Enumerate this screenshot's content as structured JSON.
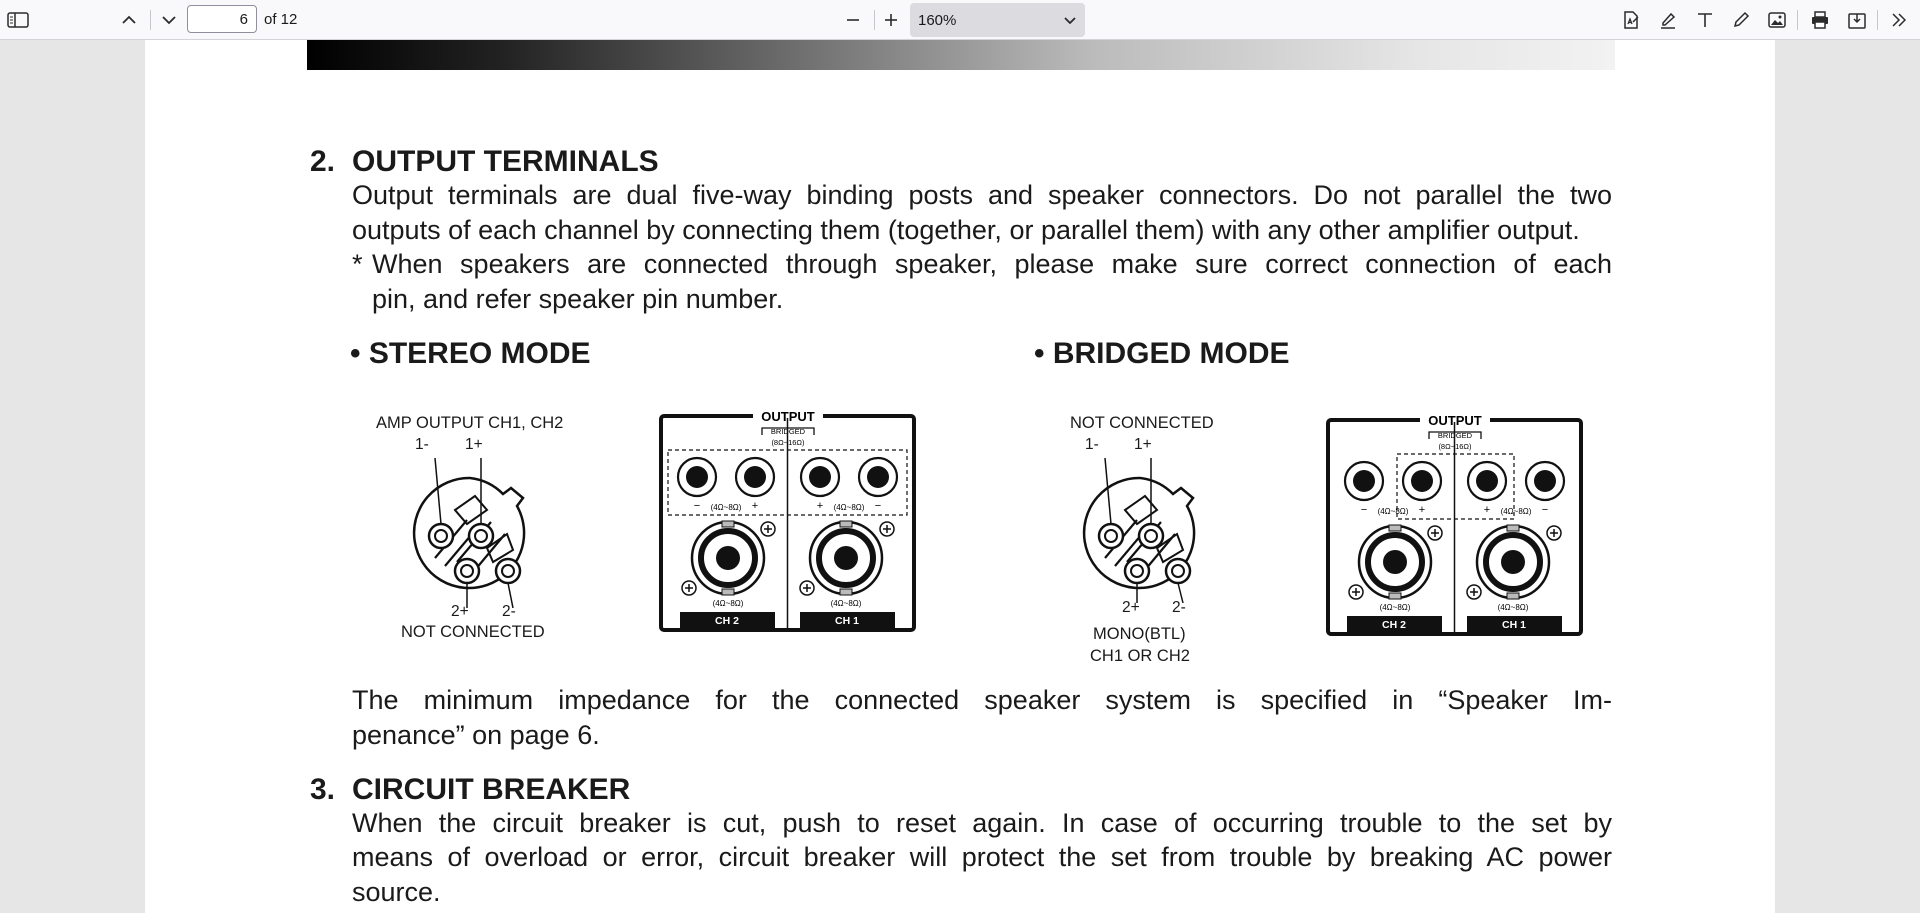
{
  "toolbar": {
    "sidebar_icon": "sidebar-toggle-icon",
    "prev_icon": "chevron-up-icon",
    "next_icon": "chevron-down-icon",
    "page_number": "6",
    "page_count": "of 12",
    "zoom_out_icon": "minus-icon",
    "zoom_in_icon": "plus-icon",
    "zoom_value": "160%",
    "tools": [
      "text-recognition-icon",
      "highlight-icon",
      "text-icon",
      "draw-icon",
      "image-icon",
      "print-icon",
      "save-icon",
      "more-tools-icon"
    ]
  },
  "document": {
    "section2": {
      "number": "2.",
      "title": "OUTPUT TERMINALS",
      "para1_line1": "Output terminals are dual five-way binding posts and speaker connectors. Do not parallel the two",
      "para1_line2": "outputs of each channel by connecting them (together, or parallel them) with any other amplifier output.",
      "note_marker": "*",
      "note_line1": "When speakers are connected through speaker, please make sure correct connection of each",
      "note_line2": "pin, and refer speaker pin number.",
      "stereo_title": "• STEREO MODE",
      "bridged_title": "• BRIDGED MODE",
      "stereo_conn_top": "AMP OUTPUT CH1, CH2",
      "stereo_pin_1m": "1-",
      "stereo_pin_1p": "1+",
      "stereo_pin_2p": "2+",
      "stereo_pin_2m": "2-",
      "stereo_conn_bottom": "NOT CONNECTED",
      "bridged_conn_top": "NOT CONNECTED",
      "bridged_pin_1m": "1-",
      "bridged_pin_1p": "1+",
      "bridged_pin_2p": "2+",
      "bridged_pin_2m": "2-",
      "bridged_conn_bottom1": "MONO(BTL)",
      "bridged_conn_bottom2": "CH1 OR CH2",
      "panel": {
        "output": "OUTPUT",
        "bridged": "BRIDGED",
        "bridged_range": "(8Ω~16Ω)",
        "range": "(4Ω~8Ω)",
        "minus": "−",
        "plus": "+",
        "ch2": "CH 2",
        "ch1": "CH 1"
      },
      "impedance_line1": "The minimum impedance for the connected speaker system is specified in “Speaker Im-",
      "impedance_line2": "penance” on page 6."
    },
    "section3": {
      "number": "3.",
      "title": "CIRCUIT BREAKER",
      "line1": "When the circuit breaker is cut, push to reset again. In case of occurring trouble to the set by",
      "line2": "means of overload or error, circuit breaker will protect the set from trouble by breaking AC power",
      "line3": "source."
    }
  }
}
